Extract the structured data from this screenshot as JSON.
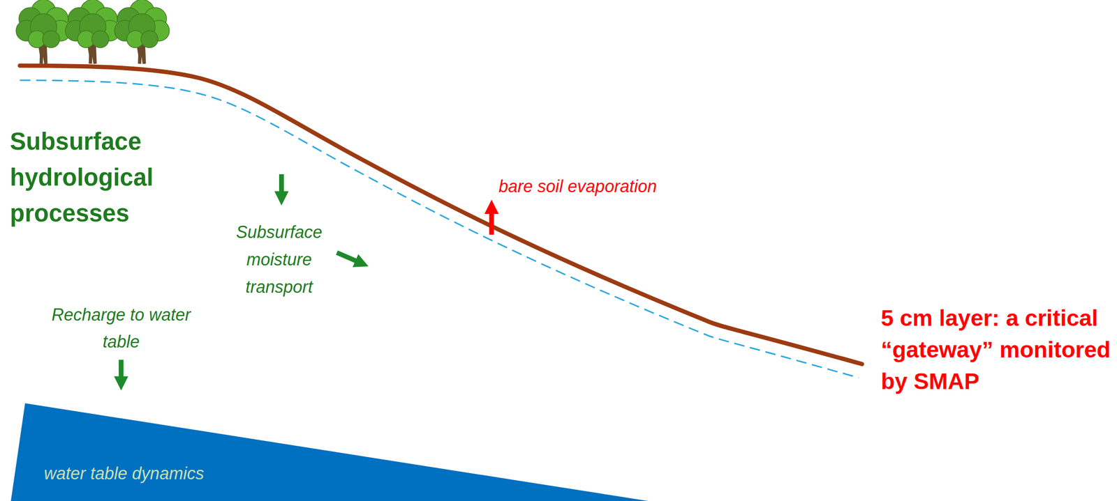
{
  "diagram": {
    "labels": [
      "Subsurface hydrological processes",
      "bare soil evaporation",
      "Subsurface moisture transport",
      "Recharge to water table",
      "5 cm layer: a critical “gateway” monitored by SMAP",
      "water table dynamics"
    ]
  }
}
